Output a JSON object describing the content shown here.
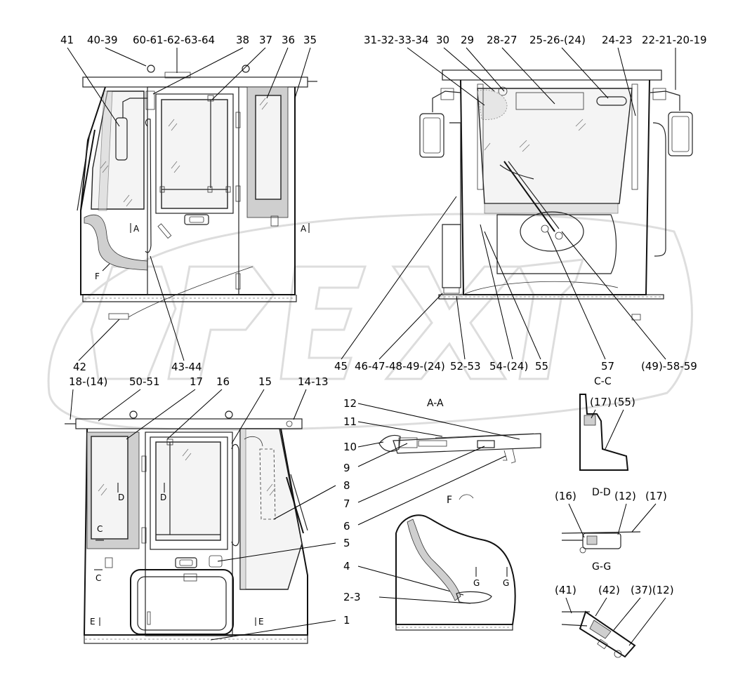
{
  "labels": {
    "top_left": [
      "41",
      "40-39",
      "60-61-62-63-64",
      "38",
      "37",
      "36",
      "35"
    ],
    "top_left_bottom": [
      "42",
      "43-44"
    ],
    "top_right": [
      "31-32-33-34",
      "30",
      "29",
      "28-27",
      "25-26-(24)",
      "24-23",
      "22-21-20-19"
    ],
    "top_right_bottom": [
      "45",
      "46-47-48-49-(24)",
      "52-53",
      "54-(24)",
      "55",
      "57",
      "(49)-58-59"
    ],
    "bottom_left_top": [
      "18-(14)",
      "50-51",
      "17",
      "16",
      "15",
      "14-13"
    ],
    "bottom_center": [
      "12",
      "11",
      "10",
      "9",
      "8",
      "7",
      "6",
      "5",
      "4",
      "2-3",
      "1"
    ],
    "cc_parts": [
      "(17)",
      "(55)"
    ],
    "dd_parts": [
      "(16)",
      "(12)",
      "(17)"
    ],
    "gg_parts": [
      "(41)",
      "(42)",
      "(37)(12)"
    ]
  },
  "section_titles": {
    "aa": "A-A",
    "cc": "C-C",
    "dd": "D-D",
    "gg": "G-G",
    "f": "F"
  },
  "view_markers": {
    "a": "A",
    "c": "C",
    "d": "D",
    "e": "E",
    "f": "F",
    "g": "G"
  },
  "icons": [
    "exploded-view-leader-lines",
    "section-arrow-markers",
    "watermark-logo"
  ]
}
